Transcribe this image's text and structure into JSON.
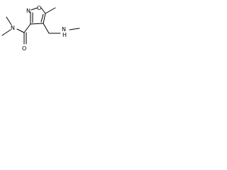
{
  "structure": {
    "atoms": {
      "ring_oxygen": "O",
      "ring_nitrogen": "N",
      "amide_nitrogen": "N",
      "amide_oxygen": "O",
      "amine_nitrogen": "N",
      "amine_hydrogen": "H"
    },
    "colors": {
      "bond": "#000000",
      "label": "#000000",
      "background": "#ffffff"
    }
  }
}
